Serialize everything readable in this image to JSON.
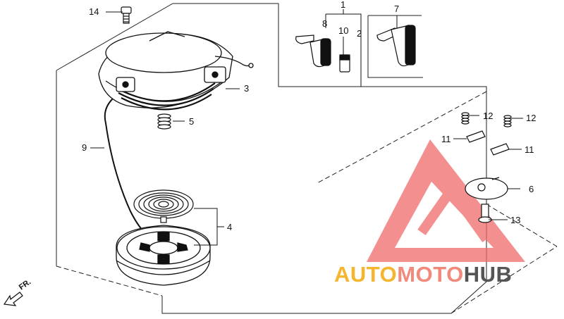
{
  "callouts": [
    {
      "id": "c1",
      "label": "1"
    },
    {
      "id": "c2",
      "label": "2"
    },
    {
      "id": "c3",
      "label": "3"
    },
    {
      "id": "c4",
      "label": "4"
    },
    {
      "id": "c5",
      "label": "5"
    },
    {
      "id": "c6",
      "label": "6"
    },
    {
      "id": "c7",
      "label": "7"
    },
    {
      "id": "c8",
      "label": "8"
    },
    {
      "id": "c9",
      "label": "9"
    },
    {
      "id": "c10",
      "label": "10"
    },
    {
      "id": "c11a",
      "label": "11"
    },
    {
      "id": "c11b",
      "label": "11"
    },
    {
      "id": "c12a",
      "label": "12"
    },
    {
      "id": "c12b",
      "label": "12"
    },
    {
      "id": "c13",
      "label": "13"
    },
    {
      "id": "c14",
      "label": "14"
    }
  ],
  "direction_label": "FR.",
  "watermark": {
    "part1": "AUTO",
    "part2": "MOTO",
    "part3": "HUB",
    "colors": {
      "auto": "#f5b52e",
      "moto": "#f28a7c",
      "hub": "#555555",
      "logo": "#f06a6a"
    }
  }
}
